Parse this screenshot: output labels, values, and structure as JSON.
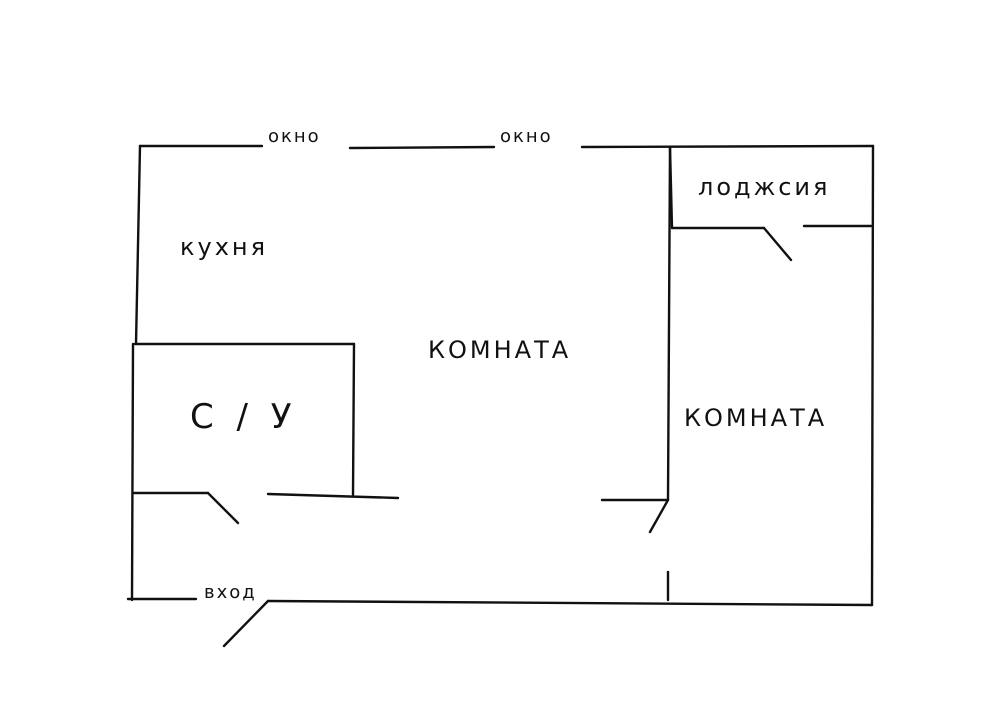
{
  "plan": {
    "labels": {
      "window_left": "окно",
      "window_right": "окно",
      "loggia": "лоджсия",
      "kitchen": "кухня",
      "room_main": "КОМНАТА",
      "bathroom": "С / У",
      "room_right": "КОМНАТА",
      "entrance": "вход"
    },
    "colors": {
      "ink": "#111111",
      "paper": "#ffffff"
    }
  }
}
